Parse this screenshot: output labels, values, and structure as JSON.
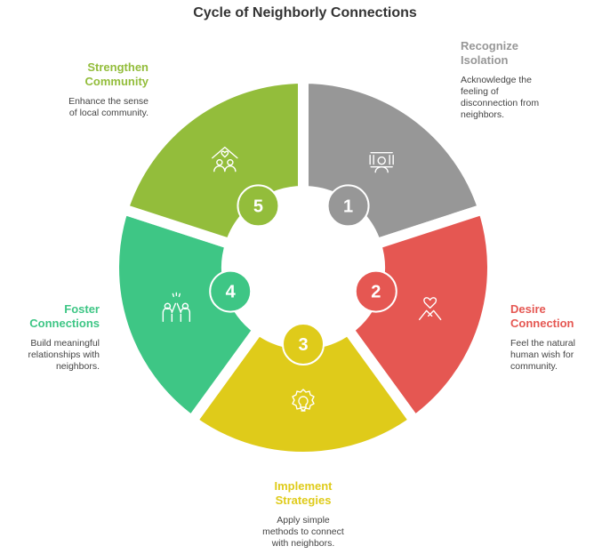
{
  "title": "Cycle of Neighborly Connections",
  "colors": {
    "s1": "#979797",
    "s2": "#e55752",
    "s3": "#dfcb1a",
    "s4": "#3ec685",
    "s5": "#93bd3b"
  },
  "steps": [
    {
      "number": "1",
      "title": "Recognize Isolation",
      "desc": "Acknowledge the feeling of disconnection from neighbors.",
      "icon": "person-isolation-icon"
    },
    {
      "number": "2",
      "title": "Desire Connection",
      "desc": "Feel the natural human wish for community.",
      "icon": "hands-heart-icon"
    },
    {
      "number": "3",
      "title": "Implement Strategies",
      "desc": "Apply simple methods to connect with neighbors.",
      "icon": "gear-lightbulb-icon"
    },
    {
      "number": "4",
      "title": "Foster Connections",
      "desc": "Build meaningful relationships with neighbors.",
      "icon": "high-five-icon"
    },
    {
      "number": "5",
      "title": "Strengthen Community",
      "desc": "Enhance the sense of local community.",
      "icon": "community-house-icon"
    }
  ]
}
